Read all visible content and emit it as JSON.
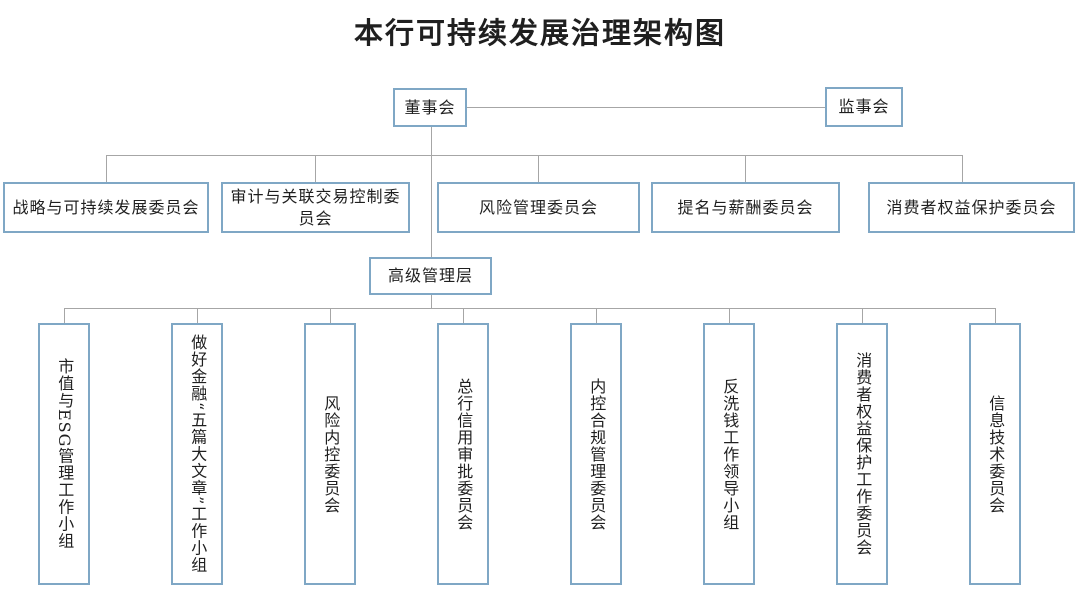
{
  "title": "本行可持续发展治理架构图",
  "org": {
    "board": "董事会",
    "supervisory_board": "监事会",
    "board_committees": [
      "战略与可持续发展委员会",
      "审计与关联交易控制委员会",
      "风险管理委员会",
      "提名与薪酬委员会",
      "消费者权益保护委员会"
    ],
    "senior_management": "高级管理层",
    "management_bodies": [
      "市值与ESG管理工作小组",
      "做好金融“五篇大文章”工作小组",
      "风险内控委员会",
      "总行信用审批委员会",
      "内控合规管理委员会",
      "反洗钱工作领导小组",
      "消费者权益保护工作委员会",
      "信息技术委员会"
    ],
    "colors": {
      "box_border": "#7fa7c5",
      "connector": "#a6a6a6",
      "text": "#1f1f1f"
    }
  }
}
